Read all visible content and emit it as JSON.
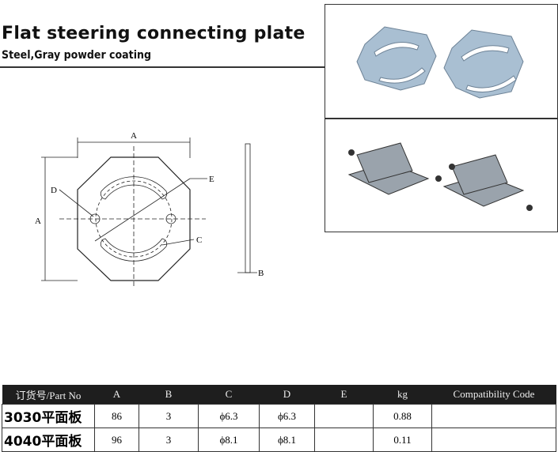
{
  "title": "Flat steering connecting plate",
  "subtitle": "Steel,Gray powder coating",
  "drawing": {
    "labels": {
      "a_top": "A",
      "a_left": "A",
      "b": "B",
      "c": "C",
      "d": "D",
      "e": "E"
    }
  },
  "table": {
    "headers": [
      "订货号/Part No",
      "A",
      "B",
      "C",
      "D",
      "E",
      "kg",
      "Compatibility Code"
    ],
    "rows": [
      [
        "3030平面板",
        "86",
        "3",
        "ϕ6.3",
        "ϕ6.3",
        "",
        "0.88",
        ""
      ],
      [
        "4040平面板",
        "96",
        "3",
        "ϕ8.1",
        "ϕ8.1",
        "",
        "0.11",
        ""
      ]
    ]
  },
  "colors": {
    "plate": "#9fb4c8",
    "header_bg": "#1e1e1e"
  }
}
